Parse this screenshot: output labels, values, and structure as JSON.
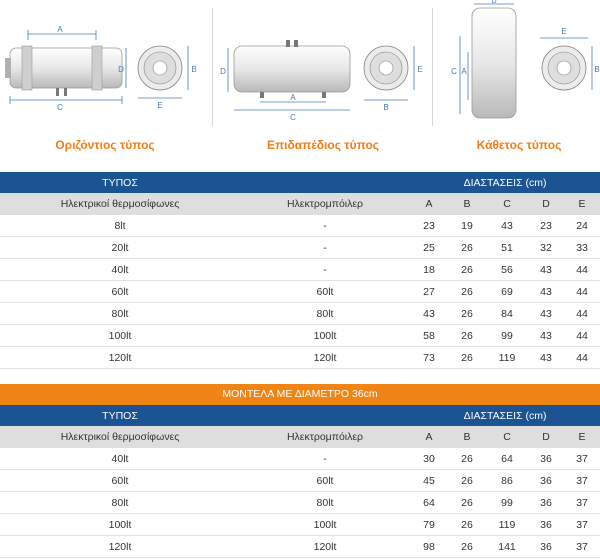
{
  "diagrams": [
    {
      "id": "horizontal",
      "caption": "Οριζόντιος τύπος",
      "labels": [
        "A",
        "C",
        "D",
        "B",
        "E"
      ]
    },
    {
      "id": "floor",
      "caption": "Επιδαπέδιος τύπος",
      "labels": [
        "D",
        "A",
        "C",
        "E",
        "B"
      ]
    },
    {
      "id": "vertical",
      "caption": "Κάθετος τύπος",
      "labels": [
        "D",
        "C",
        "A",
        "E",
        "B"
      ]
    }
  ],
  "table1": {
    "type_header": "ΤΥΠΟΣ",
    "dims_header": "ΔΙΑΣΤΑΣΕΙΣ (cm)",
    "col_thermo": "Ηλεκτρικοί θερμοσίφωνες",
    "col_boiler": "Ηλεκτρομπόιλερ",
    "cols": [
      "A",
      "B",
      "C",
      "D",
      "E"
    ],
    "rows": [
      [
        "8lt",
        "-",
        "23",
        "19",
        "43",
        "23",
        "24"
      ],
      [
        "20lt",
        "-",
        "25",
        "26",
        "51",
        "32",
        "33"
      ],
      [
        "40lt",
        "-",
        "18",
        "26",
        "56",
        "43",
        "44"
      ],
      [
        "60lt",
        "60lt",
        "27",
        "26",
        "69",
        "43",
        "44"
      ],
      [
        "80lt",
        "80lt",
        "43",
        "26",
        "84",
        "43",
        "44"
      ],
      [
        "100lt",
        "100lt",
        "58",
        "26",
        "99",
        "43",
        "44"
      ],
      [
        "120lt",
        "120lt",
        "73",
        "26",
        "119",
        "43",
        "44"
      ]
    ]
  },
  "banner": "ΜΟΝΤΕΛΑ ΜΕ ΔΙΑΜΕΤΡΟ 36cm",
  "table2": {
    "type_header": "ΤΥΠΟΣ",
    "dims_header": "ΔΙΑΣΤΑΣΕΙΣ (cm)",
    "col_thermo": "Ηλεκτρικοί θερμοσίφωνες",
    "col_boiler": "Ηλεκτρομπόιλερ",
    "cols": [
      "A",
      "B",
      "C",
      "D",
      "E"
    ],
    "rows": [
      [
        "40lt",
        "-",
        "30",
        "26",
        "64",
        "36",
        "37"
      ],
      [
        "60lt",
        "60lt",
        "45",
        "26",
        "86",
        "36",
        "37"
      ],
      [
        "80lt",
        "80lt",
        "64",
        "26",
        "99",
        "36",
        "37"
      ],
      [
        "100lt",
        "100lt",
        "79",
        "26",
        "119",
        "36",
        "37"
      ],
      [
        "120lt",
        "120lt",
        "98",
        "26",
        "141",
        "36",
        "37"
      ]
    ]
  },
  "colors": {
    "header_blue": "#1b5393",
    "accent_orange": "#f07d16",
    "subheader_gray": "#dedede"
  }
}
